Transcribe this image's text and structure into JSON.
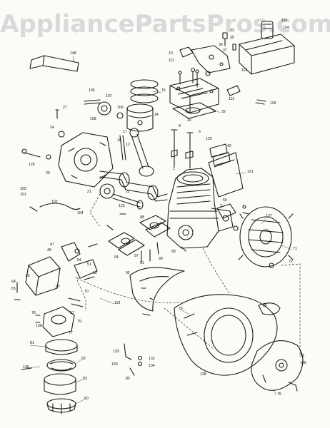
{
  "watermark": "AppliancePartsPros.com",
  "callouts": [
    {
      "id": "c1",
      "t": "116"
    },
    {
      "id": "c2",
      "t": "114"
    },
    {
      "id": "c3",
      "t": "33"
    },
    {
      "id": "c4",
      "t": "35"
    },
    {
      "id": "c5",
      "t": "36"
    },
    {
      "id": "c6",
      "t": "37"
    },
    {
      "id": "c7",
      "t": "148"
    },
    {
      "id": "c8",
      "t": "10"
    },
    {
      "id": "c9",
      "t": "111"
    },
    {
      "id": "c10",
      "t": "112"
    },
    {
      "id": "c11",
      "t": "113"
    },
    {
      "id": "c12",
      "t": "118"
    },
    {
      "id": "c13",
      "t": "106"
    },
    {
      "id": "c14",
      "t": "107"
    },
    {
      "id": "c15",
      "t": "108"
    },
    {
      "id": "c16",
      "t": "109"
    },
    {
      "id": "c17",
      "t": "15"
    },
    {
      "id": "c18",
      "t": "14"
    },
    {
      "id": "c19",
      "t": "32"
    },
    {
      "id": "c20",
      "t": "30"
    },
    {
      "id": "c21",
      "t": "24"
    },
    {
      "id": "c22",
      "t": "27"
    },
    {
      "id": "c23",
      "t": "126"
    },
    {
      "id": "c24",
      "t": "23"
    },
    {
      "id": "c25",
      "t": "12"
    },
    {
      "id": "c26",
      "t": "17"
    },
    {
      "id": "c27",
      "t": "16"
    },
    {
      "id": "c28",
      "t": "8"
    },
    {
      "id": "c29",
      "t": "6"
    },
    {
      "id": "c30",
      "t": "129"
    },
    {
      "id": "c31",
      "t": "42"
    },
    {
      "id": "c32",
      "t": "121"
    },
    {
      "id": "c33",
      "t": "103"
    },
    {
      "id": "c34",
      "t": "101"
    },
    {
      "id": "c35",
      "t": "102"
    },
    {
      "id": "c36",
      "t": "104"
    },
    {
      "id": "c37",
      "t": "21"
    },
    {
      "id": "c38",
      "t": "125"
    },
    {
      "id": "c39",
      "t": "22"
    },
    {
      "id": "c40",
      "t": "56"
    },
    {
      "id": "c41",
      "t": "1"
    },
    {
      "id": "c42",
      "t": "3"
    },
    {
      "id": "c43",
      "t": "137"
    },
    {
      "id": "c44",
      "t": "71"
    },
    {
      "id": "c45",
      "t": "72"
    },
    {
      "id": "c46",
      "t": "47"
    },
    {
      "id": "c47",
      "t": "48"
    },
    {
      "id": "c48",
      "t": "54"
    },
    {
      "id": "c49",
      "t": "51"
    },
    {
      "id": "c50",
      "t": "52"
    },
    {
      "id": "c51",
      "t": "62"
    },
    {
      "id": "c52",
      "t": "64"
    },
    {
      "id": "c53",
      "t": "65"
    },
    {
      "id": "c54",
      "t": "67"
    },
    {
      "id": "c55",
      "t": "70"
    },
    {
      "id": "c56",
      "t": "57"
    },
    {
      "id": "c57",
      "t": "119"
    },
    {
      "id": "c58",
      "t": "79"
    },
    {
      "id": "c59",
      "t": "77"
    },
    {
      "id": "c60",
      "t": "76"
    },
    {
      "id": "c61",
      "t": "78"
    },
    {
      "id": "c62",
      "t": "136"
    },
    {
      "id": "c63",
      "t": "81"
    },
    {
      "id": "c64",
      "t": "82"
    },
    {
      "id": "c65",
      "t": "83"
    },
    {
      "id": "c66",
      "t": "80"
    },
    {
      "id": "c67",
      "t": "135"
    },
    {
      "id": "c68",
      "t": "133"
    },
    {
      "id": "c69",
      "t": "132"
    },
    {
      "id": "c70",
      "t": "130"
    },
    {
      "id": "c71",
      "t": "134"
    },
    {
      "id": "c72",
      "t": "85"
    },
    {
      "id": "c73",
      "t": "86"
    },
    {
      "id": "c74",
      "t": "138"
    },
    {
      "id": "c75",
      "t": "75"
    },
    {
      "id": "c76",
      "t": "73"
    },
    {
      "id": "c77",
      "t": "100"
    },
    {
      "id": "c78",
      "t": "98"
    },
    {
      "id": "c79",
      "t": "97"
    },
    {
      "id": "c80",
      "t": "91"
    },
    {
      "id": "c81",
      "t": "90"
    },
    {
      "id": "c82",
      "t": "92"
    },
    {
      "id": "c83",
      "t": "94"
    },
    {
      "id": "c84",
      "t": "89"
    }
  ]
}
